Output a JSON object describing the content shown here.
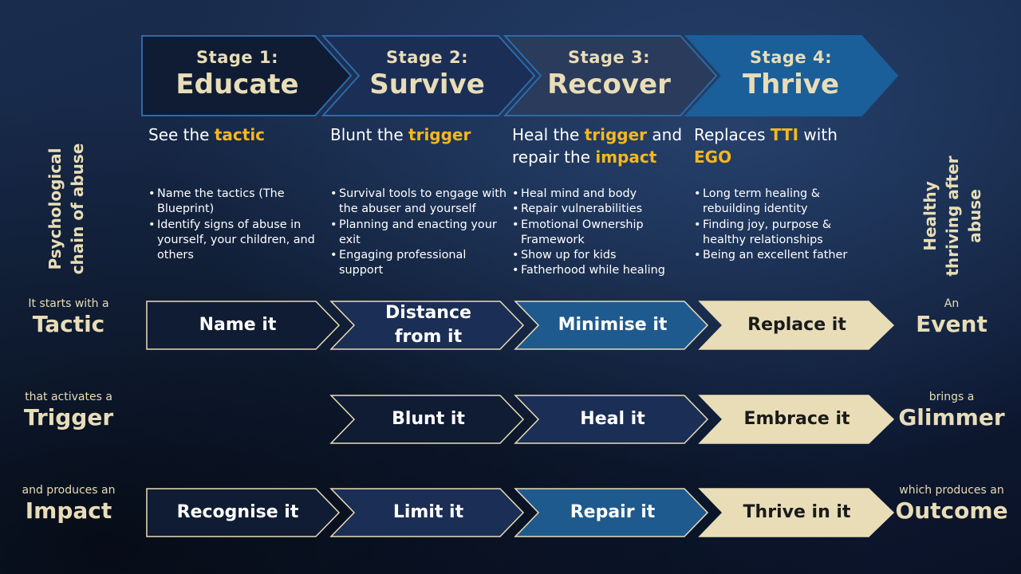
{
  "stages": [
    {
      "num": "Stage 1:",
      "name": "Educate",
      "heading": {
        "pre": "See the ",
        "hl": "tactic",
        "mid": "",
        "hl2": ""
      },
      "bullets": [
        "Name the tactics (The Blueprint)",
        "Identify signs of abuse in yourself, your children, and others"
      ]
    },
    {
      "num": "Stage 2:",
      "name": "Survive",
      "heading": {
        "pre": "Blunt the ",
        "hl": "trigger",
        "mid": "",
        "hl2": ""
      },
      "bullets": [
        "Survival tools to engage with the abuser and yourself",
        "Planning and enacting your exit",
        "Engaging professional support"
      ]
    },
    {
      "num": "Stage 3:",
      "name": "Recover",
      "heading": {
        "pre": "Heal the ",
        "hl": "trigger",
        "mid": " and repair the ",
        "hl2": "impact"
      },
      "bullets": [
        "Heal mind and body",
        "Repair vulnerabilities",
        "Emotional Ownership Framework",
        "Show up for kids",
        "Fatherhood while healing"
      ]
    },
    {
      "num": "Stage 4:",
      "name": "Thrive",
      "heading": {
        "pre": "Replaces ",
        "hl": "TTI",
        "mid": " with ",
        "hl2": "EGO"
      },
      "bullets": [
        "Long term healing & rebuilding identity",
        "Finding joy, purpose & healthy relationships",
        "Being an excellent father"
      ]
    }
  ],
  "side_left": "Psychological chain of abuse",
  "side_right": "Healthy thriving after abuse",
  "rows": [
    {
      "left_small": "It starts with a",
      "left_big": "Tactic",
      "right_small": "An",
      "right_big": "Event",
      "actions": [
        "Name it",
        "Distance from it",
        "Minimise it",
        "Replace it"
      ]
    },
    {
      "left_small": "that activates a",
      "left_big": "Trigger",
      "right_small": "brings a",
      "right_big": "Glimmer",
      "actions": [
        "",
        "Blunt it",
        "Heal it",
        "Embrace it"
      ]
    },
    {
      "left_small": "and produces an",
      "left_big": "Impact",
      "right_small": "which produces an",
      "right_big": "Outcome",
      "actions": [
        "Recognise it",
        "Limit it",
        "Repair it",
        "Thrive in it"
      ]
    }
  ],
  "colors": {
    "accent_yellow": "#f5b81c",
    "cream": "#e8ddb7",
    "navy_dark": "#0f1c33",
    "navy_mid": "#1b2e55",
    "blue_mid": "#1f5a8e",
    "blue_bright": "#1b5f9a"
  }
}
